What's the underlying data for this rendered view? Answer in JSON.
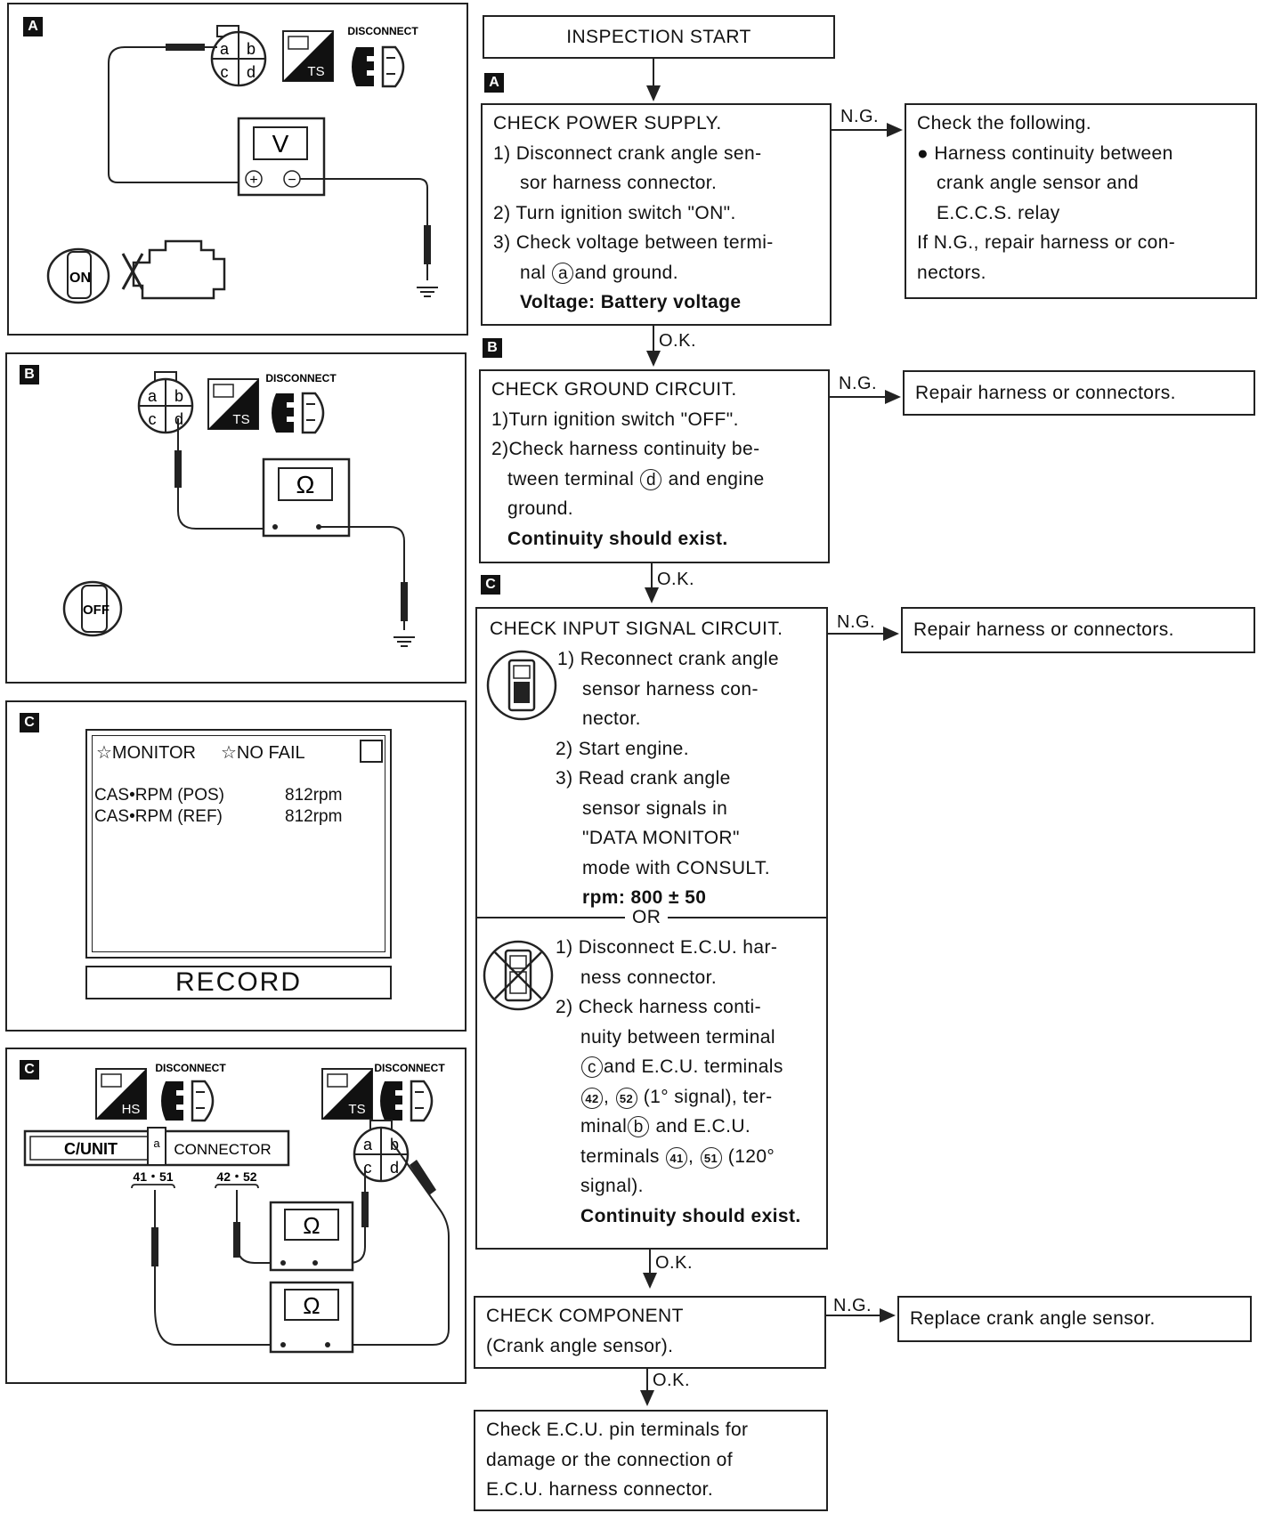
{
  "flow": {
    "start": "INSPECTION START",
    "tags": {
      "a": "A",
      "b": "B",
      "c": "C"
    },
    "ng": "N.G.",
    "ok": "O.K.",
    "or": "OR",
    "power": {
      "title": "CHECK POWER SUPPLY.",
      "s1a": "1) Disconnect crank angle sen-",
      "s1b": "sor harness connector.",
      "s2": "2) Turn ignition switch \"ON\".",
      "s3a": "3) Check voltage between termi-",
      "s3b_pre": "nal",
      "s3b_term": "a",
      "s3b_post": "and ground.",
      "spec": "Voltage: Battery voltage"
    },
    "power_ng": {
      "l1": "Check the following.",
      "l2": "● Harness continuity between",
      "l3": "crank angle sensor and",
      "l4": "E.C.C.S. relay",
      "l5": "If N.G., repair harness or con-",
      "l6": "nectors."
    },
    "ground": {
      "title": "CHECK GROUND CIRCUIT.",
      "s1": "1)Turn ignition switch \"OFF\".",
      "s2a": "2)Check harness continuity be-",
      "s2b_pre": "tween terminal",
      "s2b_term": "d",
      "s2b_post": "and engine",
      "s2c": "ground.",
      "spec": "Continuity should exist."
    },
    "repair": "Repair harness or connectors.",
    "input": {
      "title": "CHECK INPUT SIGNAL CIRCUIT.",
      "a1a": "1) Reconnect crank angle",
      "a1b": "sensor harness con-",
      "a1c": "nector.",
      "a2": "2) Start engine.",
      "a3a": "3) Read crank angle",
      "a3b": "sensor signals in",
      "a3c": "\"DATA MONITOR\"",
      "a3d": "mode with CONSULT.",
      "aspec": "rpm: 800 ± 50",
      "b1a": "1) Disconnect E.C.U. har-",
      "b1b": "ness connector.",
      "b2a": "2) Check harness conti-",
      "b2b": "nuity between terminal",
      "b2c_term": "c",
      "b2c_post": "and E.C.U. terminals",
      "b2d_t1": "42",
      "b2d_sep": ",",
      "b2d_t2": "52",
      "b2d_post": "(1° signal), ter-",
      "b2e_pre": "minal",
      "b2e_term": "b",
      "b2e_post": "and E.C.U.",
      "b2f_pre": "terminals",
      "b2f_t1": "41",
      "b2f_sep": ",",
      "b2f_t2": "51",
      "b2f_post": "(120°",
      "b2g": "signal).",
      "bspec": "Continuity should exist."
    },
    "component": {
      "title": "CHECK COMPONENT",
      "sub": "(Crank angle sensor)."
    },
    "replace": "Replace crank angle sensor.",
    "final": {
      "l1": "Check E.C.U. pin terminals for",
      "l2": "damage or the connection of",
      "l3": "E.C.U. harness connector."
    }
  },
  "panels": {
    "disconnect": "DISCONNECT",
    "ts": "TS",
    "hs": "HS",
    "terms": {
      "a": "a",
      "b": "b",
      "c": "c",
      "d": "d"
    },
    "volt": "V",
    "ohm": "Ω",
    "plus": "+",
    "minus": "−",
    "on": "ON",
    "off": "OFF",
    "monitor": {
      "m1": "☆MONITOR",
      "m2": "☆NO FAIL",
      "r1_name": "CAS•RPM (POS)",
      "r1_val": "812rpm",
      "r2_name": "CAS•RPM (REF)",
      "r2_val": "812rpm",
      "record": "RECORD"
    },
    "cunit": "C/UNIT",
    "connector": "CONNECTOR",
    "pins_a": "41・51",
    "pins_b": "42・52"
  }
}
